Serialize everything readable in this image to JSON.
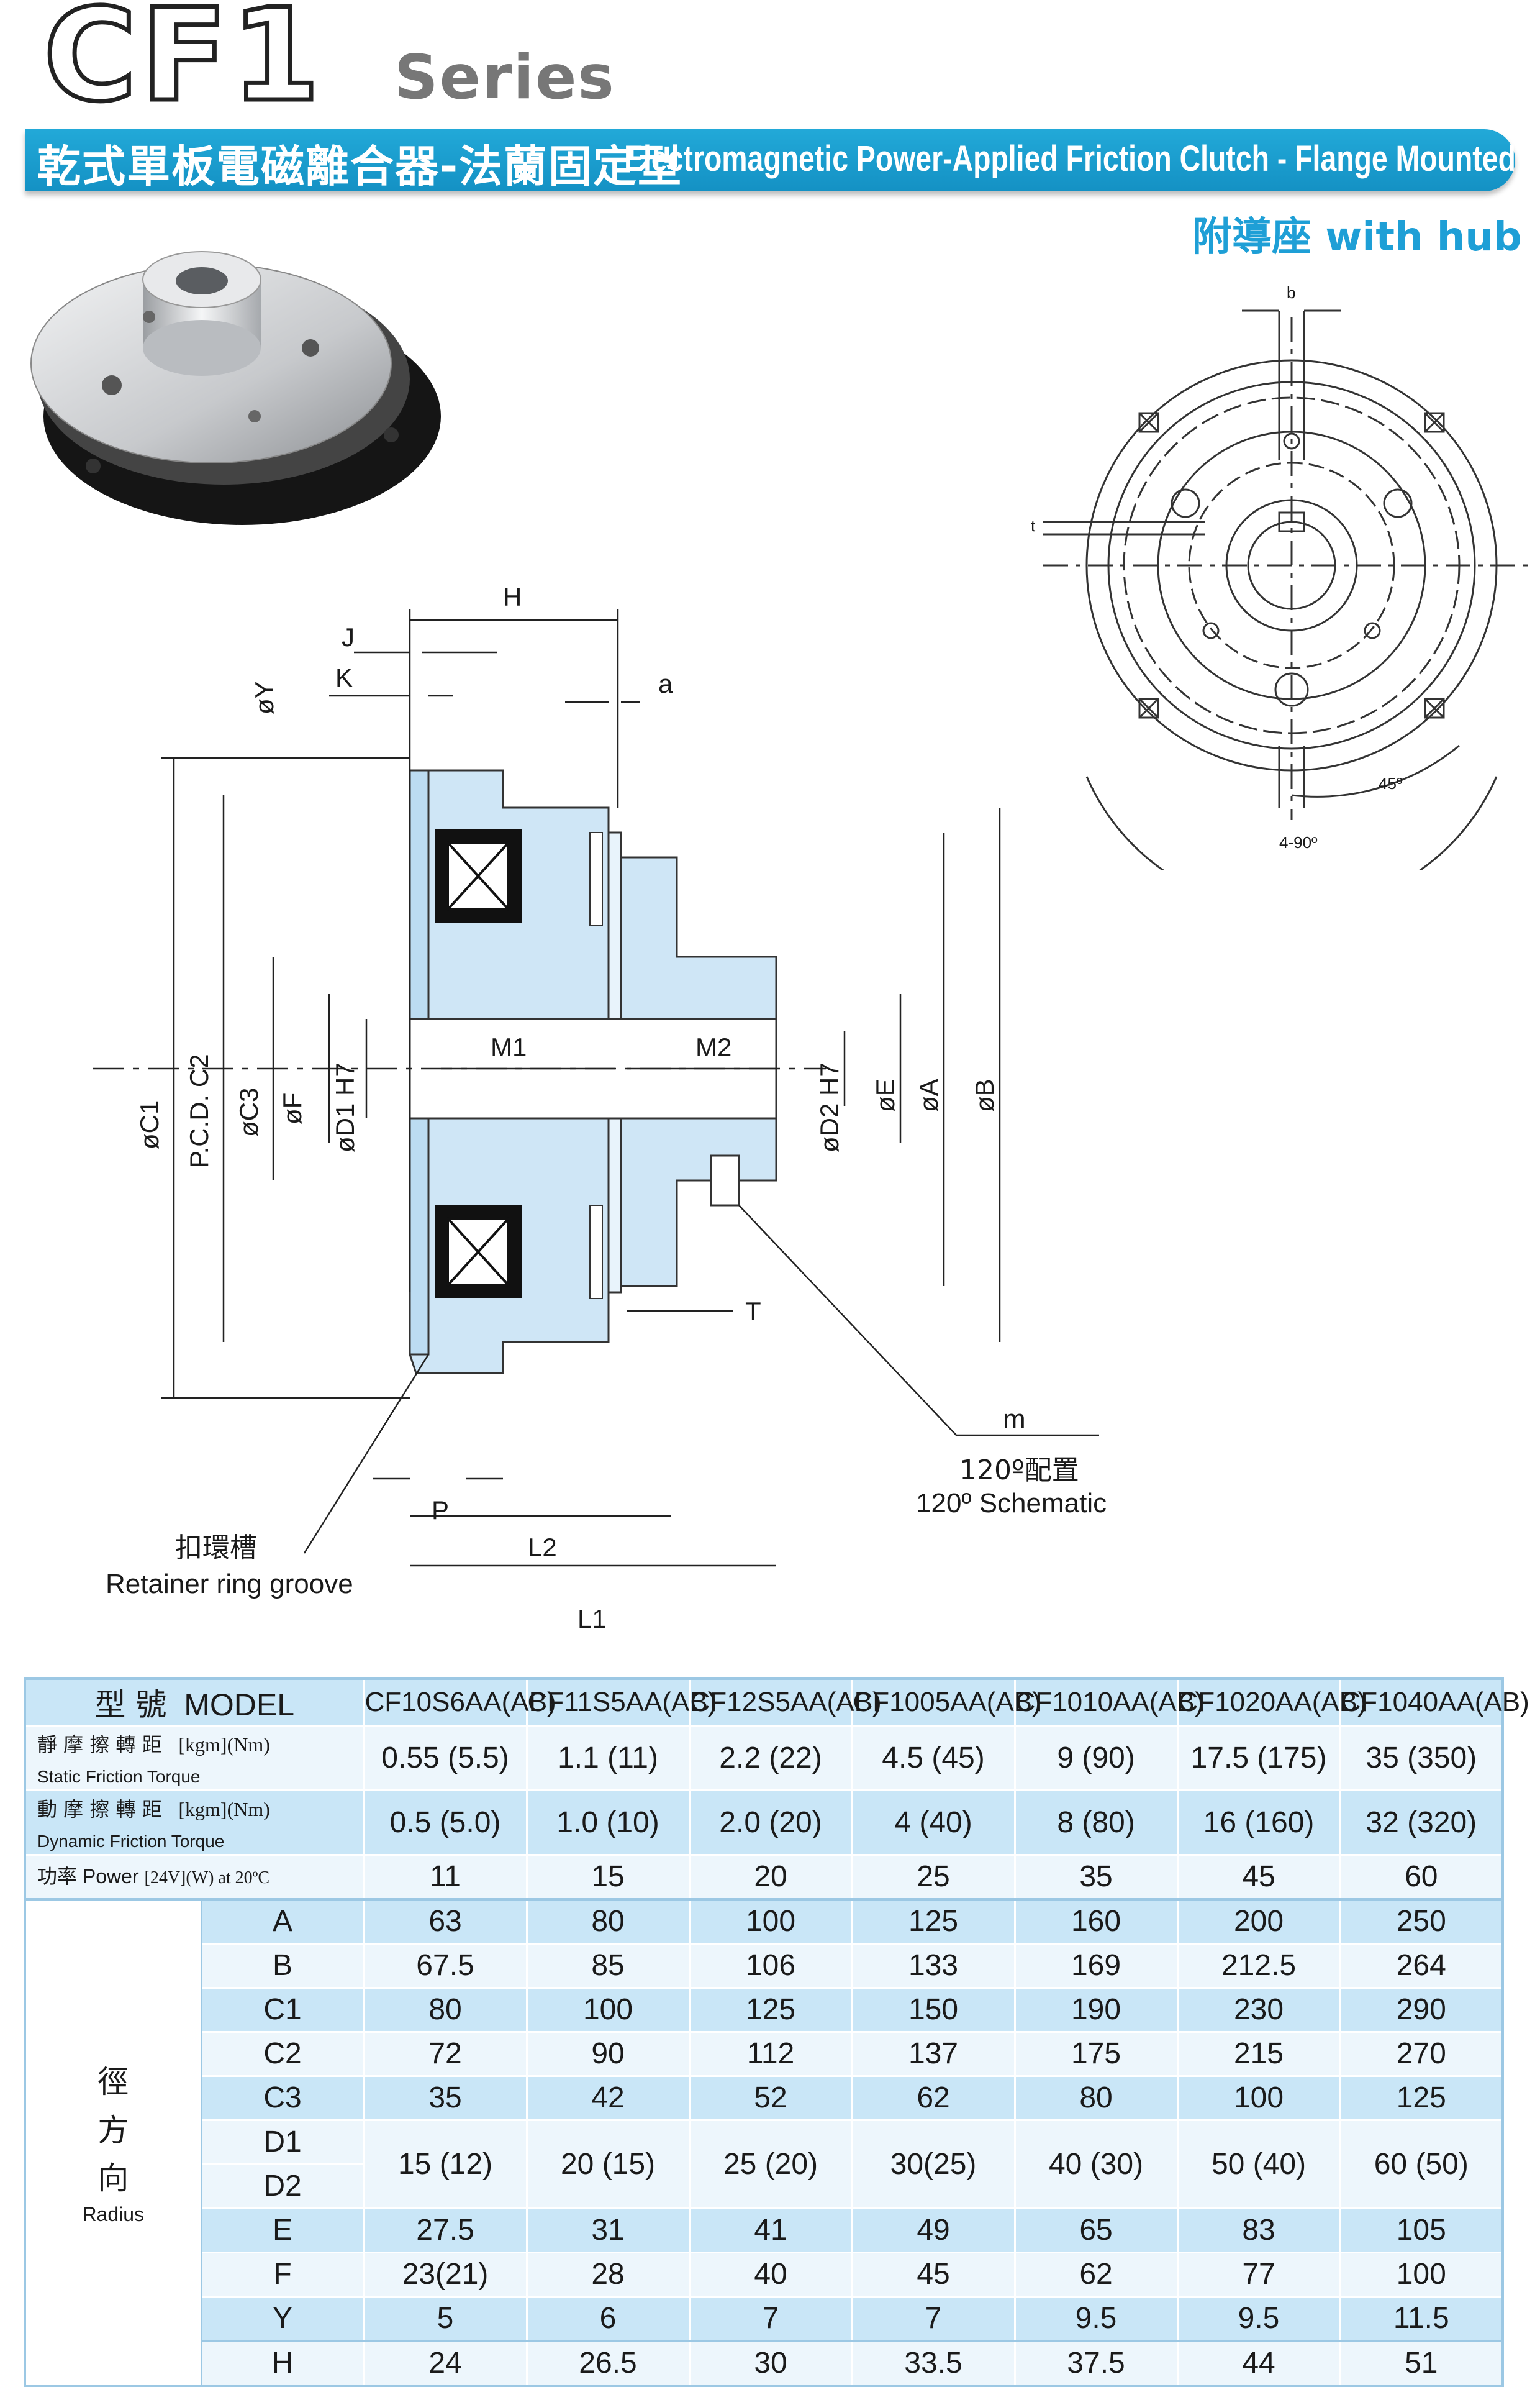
{
  "header": {
    "logo": "CF1",
    "series": "Series",
    "title_zh": "乾式單板電磁離合器-法蘭固定型",
    "title_en": "Electromagnetic Power-Applied Friction Clutch - Flange Mounted",
    "with_hub_zh": "附導座",
    "with_hub_en": "with hub"
  },
  "colors": {
    "accent": "#1e9fd6",
    "banner": "#1491c4",
    "table_header": "#c9e6f7",
    "table_alt": "#edf6fc",
    "drawing_fill": "#cfe6f6"
  },
  "front_view": {
    "label_b": "b",
    "label_t": "t",
    "angle_45": "45º",
    "angle_4x90": "4-90º"
  },
  "section_view": {
    "labels": {
      "H": "H",
      "J": "J",
      "K": "K",
      "Y": "øY",
      "a": "a",
      "C1": "øC1",
      "PCD": "P.C.D. C2",
      "C3": "øC3",
      "F": "øF",
      "D1": "øD1 H7",
      "M1": "M1",
      "M2": "M2",
      "D2": "øD2 H7",
      "E": "øE",
      "A": "øA",
      "B": "øB",
      "T": "T",
      "P": "P",
      "L2": "L2",
      "L1": "L1",
      "m": "m"
    },
    "groove_zh": "扣環槽",
    "groove_en": "Retainer ring groove",
    "schematic_zh": "120º配置",
    "schematic_en": "120º Schematic"
  },
  "table": {
    "model_zh": "型 號",
    "model_en": "MODEL",
    "models": [
      "CF10S6AA(AB)",
      "CF11S5AA(AB)",
      "CF12S5AA(AB)",
      "CF1005AA(AB)",
      "CF1010AA(AB)",
      "CF1020AA(AB)",
      "CF1040AA(AB)"
    ],
    "static": {
      "zh": "靜 摩 擦 轉 距",
      "en": "Static Friction Torque",
      "unit": "[kgm](Nm)",
      "values": [
        "0.55 (5.5)",
        "1.1 (11)",
        "2.2 (22)",
        "4.5 (45)",
        "9 (90)",
        "17.5 (175)",
        "35 (350)"
      ]
    },
    "dynamic": {
      "zh": "動 摩 擦 轉 距",
      "en": "Dynamic Friction Torque",
      "unit": "[kgm](Nm)",
      "values": [
        "0.5 (5.0)",
        "1.0 (10)",
        "2.0 (20)",
        "4 (40)",
        "8 (80)",
        "16 (160)",
        "32 (320)"
      ]
    },
    "power": {
      "zh": "功率",
      "en": "Power",
      "unit": "[24V](W) at 20ºC",
      "values": [
        "11",
        "15",
        "20",
        "25",
        "35",
        "45",
        "60"
      ]
    },
    "radius_zh": [
      "徑",
      "方",
      "向"
    ],
    "radius_en": "Radius",
    "rows": [
      {
        "dim": "A",
        "values": [
          "63",
          "80",
          "100",
          "125",
          "160",
          "200",
          "250"
        ]
      },
      {
        "dim": "B",
        "values": [
          "67.5",
          "85",
          "106",
          "133",
          "169",
          "212.5",
          "264"
        ]
      },
      {
        "dim": "C1",
        "values": [
          "80",
          "100",
          "125",
          "150",
          "190",
          "230",
          "290"
        ]
      },
      {
        "dim": "C2",
        "values": [
          "72",
          "90",
          "112",
          "137",
          "175",
          "215",
          "270"
        ]
      },
      {
        "dim": "C3",
        "values": [
          "35",
          "42",
          "52",
          "62",
          "80",
          "100",
          "125"
        ]
      }
    ],
    "d_rows": {
      "dims": [
        "D1",
        "D2"
      ],
      "values": [
        "15 (12)",
        "20 (15)",
        "25 (20)",
        "30(25)",
        "40 (30)",
        "50 (40)",
        "60 (50)"
      ]
    },
    "rows2": [
      {
        "dim": "E",
        "values": [
          "27.5",
          "31",
          "41",
          "49",
          "65",
          "83",
          "105"
        ]
      },
      {
        "dim": "F",
        "values": [
          "23(21)",
          "28",
          "40",
          "45",
          "62",
          "77",
          "100"
        ]
      },
      {
        "dim": "Y",
        "values": [
          "5",
          "6",
          "7",
          "7",
          "9.5",
          "9.5",
          "11.5"
        ]
      }
    ],
    "last_row": {
      "dim": "H",
      "values": [
        "24",
        "26.5",
        "30",
        "33.5",
        "37.5",
        "44",
        "51"
      ]
    }
  }
}
